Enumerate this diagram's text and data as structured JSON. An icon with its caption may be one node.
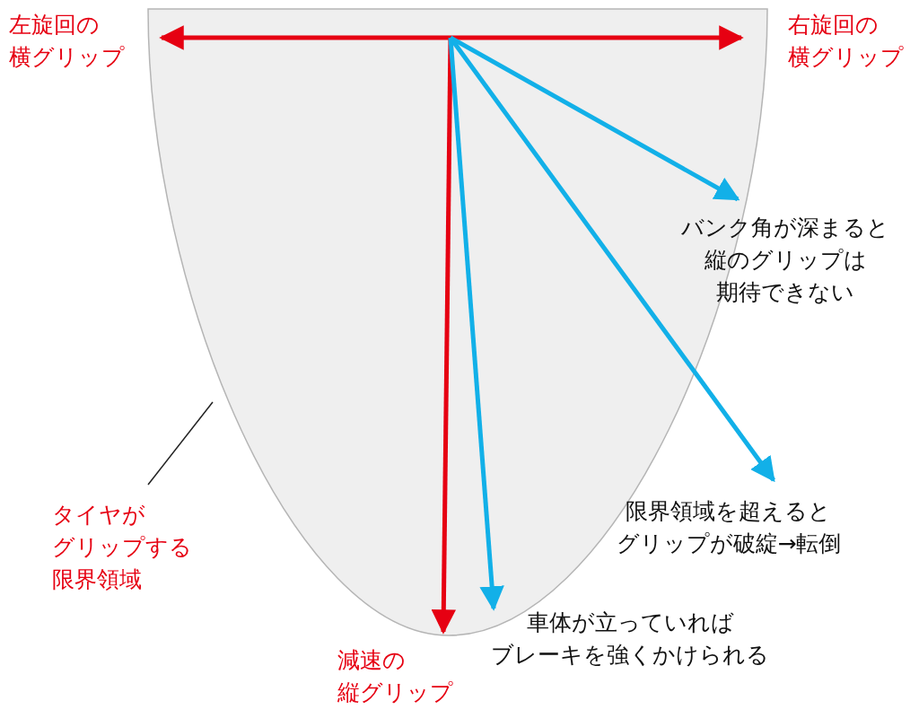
{
  "diagram": {
    "nodes": [
      {
        "text": [],
        "shape": "ellipse"
      },
      {
        "text": [
          "タイヤがグリップする限界領域"
        ]
      }
    ],
    "edges": [
      {
        "from": 1,
        "to": 0,
        "arrow": "none"
      }
    ],
    "labels": [
      "左旋回の横グリップ",
      "右旋回の横グリップ",
      "バンク角が深まると縦のグリップは期待できない",
      "限界領域を超えるとグリップが破綻→転倒",
      "車体が立っていればブレーキを強くかけられる",
      "減速の縦グリップ"
    ]
  }
}
